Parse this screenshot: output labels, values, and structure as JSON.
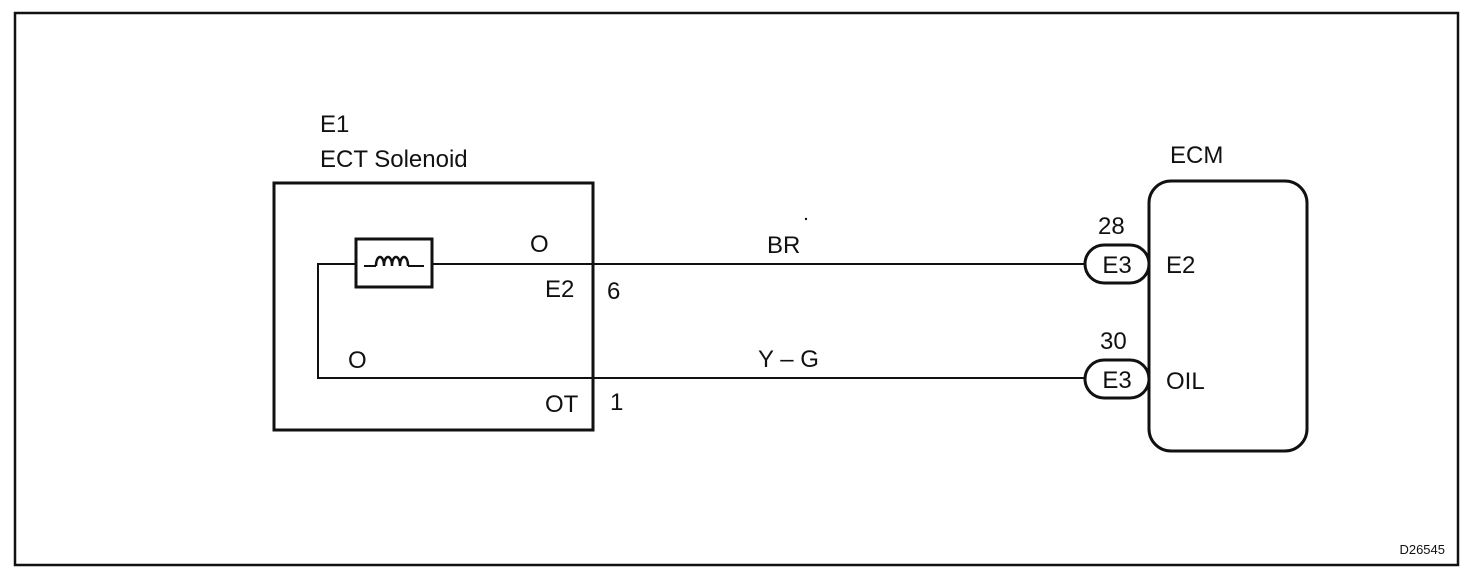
{
  "component": {
    "code": "E1",
    "name": "ECT Solenoid",
    "upper_wire_label": "O",
    "lower_wire_label": "O",
    "upper_terminal": "E2",
    "upper_pin": "6",
    "lower_terminal": "OT",
    "lower_pin": "1"
  },
  "wires": {
    "upper_color": "BR",
    "lower_color": "Y – G"
  },
  "ecm": {
    "title": "ECM",
    "upper_connector": "E3",
    "upper_connector_pin": "28",
    "upper_terminal": "E2",
    "lower_connector": "E3",
    "lower_connector_pin": "30",
    "lower_terminal": "OIL"
  },
  "diagram_id": "D26545"
}
